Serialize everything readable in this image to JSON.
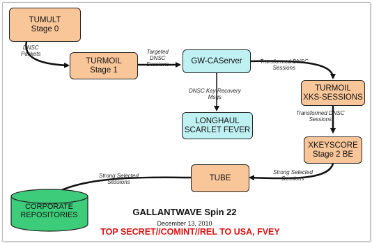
{
  "title": "GALLANTWAVE Spin 22",
  "date": "December 13, 2010",
  "classification": "TOP SECRET//COMINT//REL TO USA, FVEY",
  "nodes": {
    "tumult": {
      "line1": "TUMULT",
      "line2": "Stage 0"
    },
    "turmoil1": {
      "line1": "TURMOIL",
      "line2": "Stage 1"
    },
    "gw": {
      "line1": "GW-CAServer"
    },
    "longhaul": {
      "line1": "LONGHAUL",
      "line2": "SCARLET FEVER"
    },
    "xks_sessions": {
      "line1": "TURMOIL",
      "line2": "XKS-SESSIONS"
    },
    "xkeyscore": {
      "line1": "XKEYSCORE",
      "line2": "Stage 2 BE"
    },
    "tube": {
      "line1": "TUBE"
    },
    "corporate": {
      "line1": "CORPORATE",
      "line2": "REPOSITORIES"
    }
  },
  "edges": {
    "dnsc_packets": {
      "line1": "DNSC",
      "line2": "Packets"
    },
    "targeted": {
      "line1": "Targeted",
      "line2": "DNSC",
      "line3": "Sessions"
    },
    "transformed1": {
      "line1": "Transformed DNSC",
      "line2": "Sessions"
    },
    "key_recovery": {
      "line1": "DNSC Key Recovery",
      "line2": "Msgs"
    },
    "transformed2": {
      "line1": "Transformed DNSC",
      "line2": "Sessions"
    },
    "strong1": {
      "line1": "Strong Selected",
      "line2": "Sessions"
    },
    "strong2": {
      "line1": "Strong Selected",
      "line2": "Sessions"
    }
  },
  "colors": {
    "process": "#f9c69a",
    "server": "#bff0f2",
    "repository": "#3dcc7a",
    "classification": "#e01010"
  }
}
